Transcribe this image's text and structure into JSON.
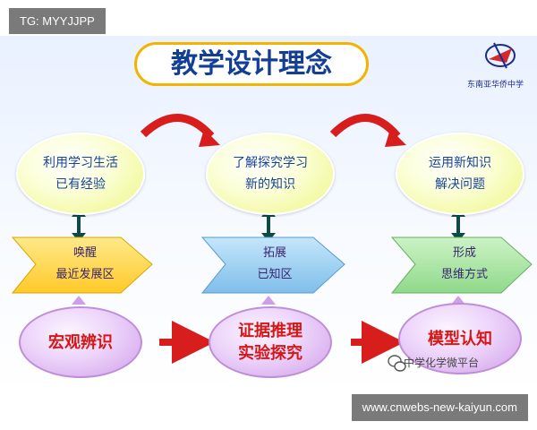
{
  "top_tag": "TG: MYYJJPP",
  "bottom_tag": "www.cnwebs-new-kaiyun.com",
  "title": "教学设计理念",
  "school_logo": {
    "icon": "school-emblem",
    "text": "东南亚华侨中学"
  },
  "columns": [
    {
      "top": [
        "利用学习生活",
        "已有经验"
      ],
      "middle": [
        "唤醒",
        "最近发展区"
      ],
      "bottom": [
        "宏观辨识"
      ]
    },
    {
      "top": [
        "了解探究学习",
        "新的知识"
      ],
      "middle": [
        "拓展",
        "已知区"
      ],
      "bottom": [
        "证据推理",
        "实验探究"
      ]
    },
    {
      "top": [
        "运用新知识",
        "解决问题"
      ],
      "middle": [
        "形成",
        "思维方式"
      ],
      "bottom": [
        "模型认知"
      ]
    }
  ],
  "watermark": {
    "icon": "wechat-icon",
    "text": "中学化学微平台"
  },
  "colors": {
    "title_border": "#f2b400",
    "title_text": "#123e96",
    "top_ellipse_fill": "#eef580",
    "pentagon_yellow": "#ffd64a",
    "pentagon_blue": "#8ec9f0",
    "bottom_ellipse_fill": "#cf9ee8",
    "bottom_text": "#d71616",
    "arrow_red": "#d81d1d",
    "double_arrow": "#0f4a48"
  }
}
